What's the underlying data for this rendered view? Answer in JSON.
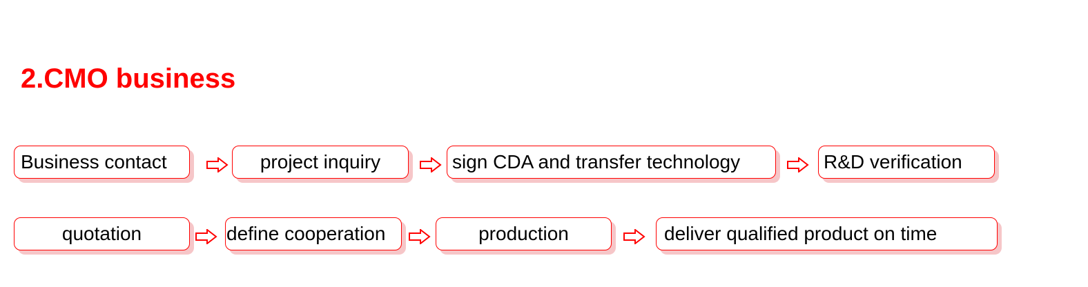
{
  "title": "2.CMO business",
  "colors": {
    "accent": "#ff0000",
    "shadow": "#f6c6c8",
    "text": "#000000"
  },
  "arrow_icon": "hollow-right-arrow",
  "rows": [
    {
      "steps": [
        "Business contact",
        "project inquiry",
        "sign CDA and transfer technology",
        "R&D verification"
      ]
    },
    {
      "steps": [
        "quotation",
        "define cooperation",
        "production",
        "deliver qualified product on time"
      ]
    }
  ]
}
